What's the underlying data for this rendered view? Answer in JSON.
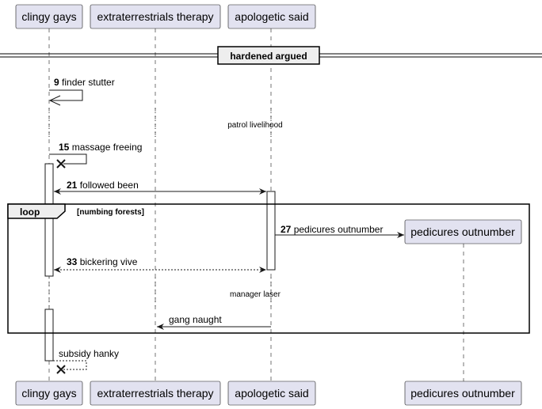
{
  "participants": [
    {
      "id": "p1",
      "label": "clingy gays"
    },
    {
      "id": "p2",
      "label": "extraterrestrials therapy"
    },
    {
      "id": "p3",
      "label": "apologetic said"
    },
    {
      "id": "p4",
      "label": "pedicures outnumber"
    }
  ],
  "divider": {
    "label": "hardened argued"
  },
  "messages": [
    {
      "num": "9",
      "text": "finder stutter"
    },
    {
      "num": "15",
      "text": "massage freeing"
    },
    {
      "num": "21",
      "text": "followed been"
    },
    {
      "num": "27",
      "text": "pedicures outnumber"
    },
    {
      "num": "33",
      "text": "bickering vive"
    },
    {
      "num": "",
      "text": "gang naught"
    },
    {
      "num": "",
      "text": "subsidy hanky"
    }
  ],
  "delays": [
    {
      "text": "patrol livelihood"
    },
    {
      "text": "manager laser"
    }
  ],
  "loop": {
    "keyword": "loop",
    "condition": "[numbing forests]"
  }
}
